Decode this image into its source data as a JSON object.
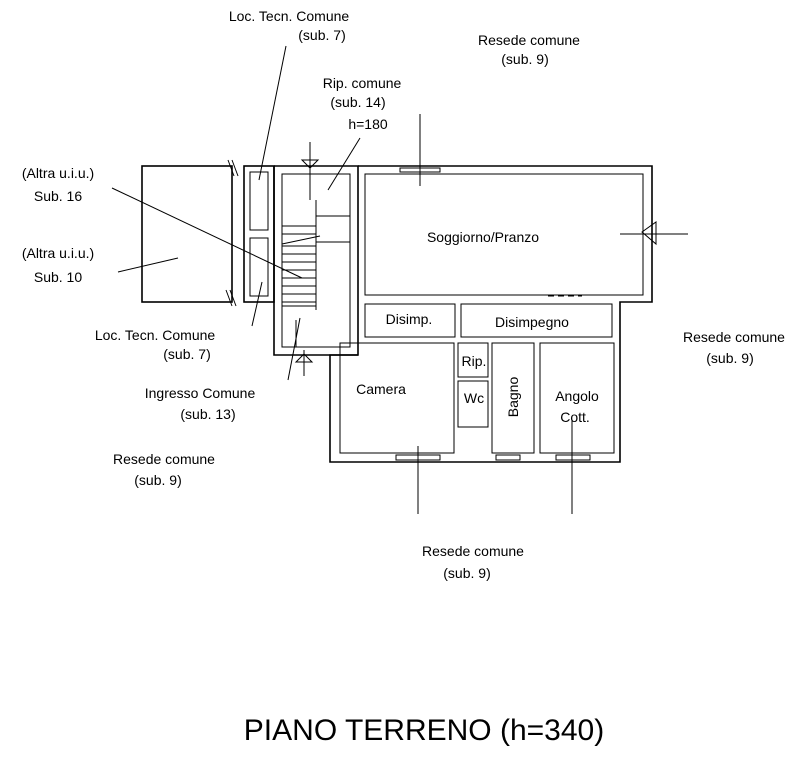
{
  "title": "PIANO TERRENO (h=340)",
  "labels": {
    "loc_tecn_top": "Loc. Tecn. Comune",
    "loc_tecn_top_sub": "(sub. 7)",
    "resede_top": "Resede comune",
    "resede_top_sub": "(sub. 9)",
    "rip_comune": "Rip. comune",
    "rip_comune_sub": "(sub. 14)",
    "rip_comune_h": "h=180",
    "altra_16": "(Altra u.i.u.)",
    "altra_16_sub": "Sub. 16",
    "altra_10": "(Altra u.i.u.)",
    "altra_10_sub": "Sub. 10",
    "loc_tecn_bottom": "Loc. Tecn. Comune",
    "loc_tecn_bottom_sub": "(sub. 7)",
    "ingresso": "Ingresso Comune",
    "ingresso_sub": "(sub. 13)",
    "resede_left": "Resede comune",
    "resede_left_sub": "(sub. 9)",
    "resede_right": "Resede comune",
    "resede_right_sub": "(sub. 9)",
    "resede_bottom": "Resede comune",
    "resede_bottom_sub": "(sub. 9)"
  },
  "rooms": {
    "soggiorno": "Soggiorno/Pranzo",
    "disimp": "Disimp.",
    "disimpegno": "Disimpegno",
    "rip": "Rip.",
    "wc": "Wc",
    "bagno": "Bagno",
    "camera": "Camera",
    "angolo": "Angolo",
    "angolo_2": "Cott."
  }
}
